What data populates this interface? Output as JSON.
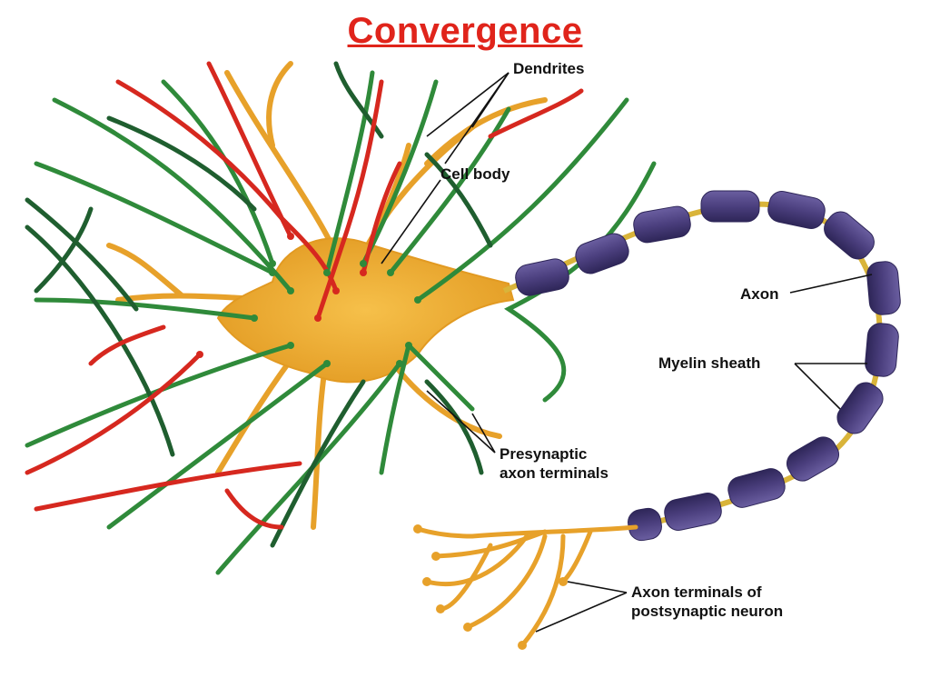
{
  "slide": {
    "title": "Convergence"
  },
  "diagram": {
    "labels": {
      "dendrites": "Dendrites",
      "cell_body": "Cell body",
      "axon": "Axon",
      "myelin_sheath": "Myelin sheath",
      "presynaptic_line1": "Presynaptic",
      "presynaptic_line2": "axon terminals",
      "postsynaptic_line1": "Axon terminals of",
      "postsynaptic_line2": "postsynaptic neuron"
    },
    "colors": {
      "title": "#e0241b",
      "dendrite_orange": "#e7a12a",
      "cell_body": "#f0a830",
      "green_axons": "#2f8a3a",
      "dark_green_axons": "#1f5e2f",
      "red_axons": "#d6281f",
      "myelin": "#4b3f7e",
      "node_gold": "#d9b43a"
    }
  }
}
